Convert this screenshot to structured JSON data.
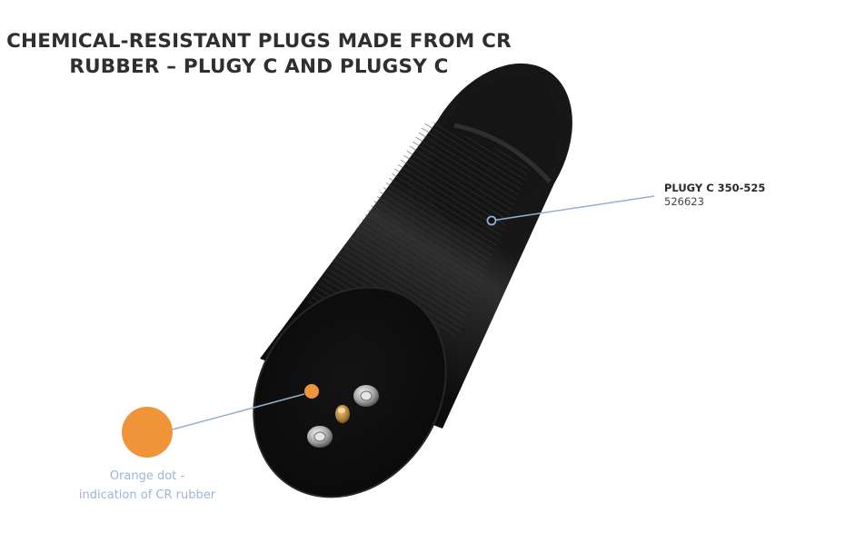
{
  "title": {
    "line1": "CHEMICAL-RESISTANT PLUGS MADE FROM CR",
    "line2": "RUBBER – PLUGY C AND PLUGSY C"
  },
  "product_callout": {
    "name": "PLUGY C 350-525",
    "code": "526623"
  },
  "orange_dot_callout": {
    "line1": "Orange dot -",
    "line2": "indication of CR rubber"
  },
  "colors": {
    "orange_dot": "#f0943a",
    "leader_line": "#8fb1d3",
    "rubber": "#1b1b1b"
  }
}
